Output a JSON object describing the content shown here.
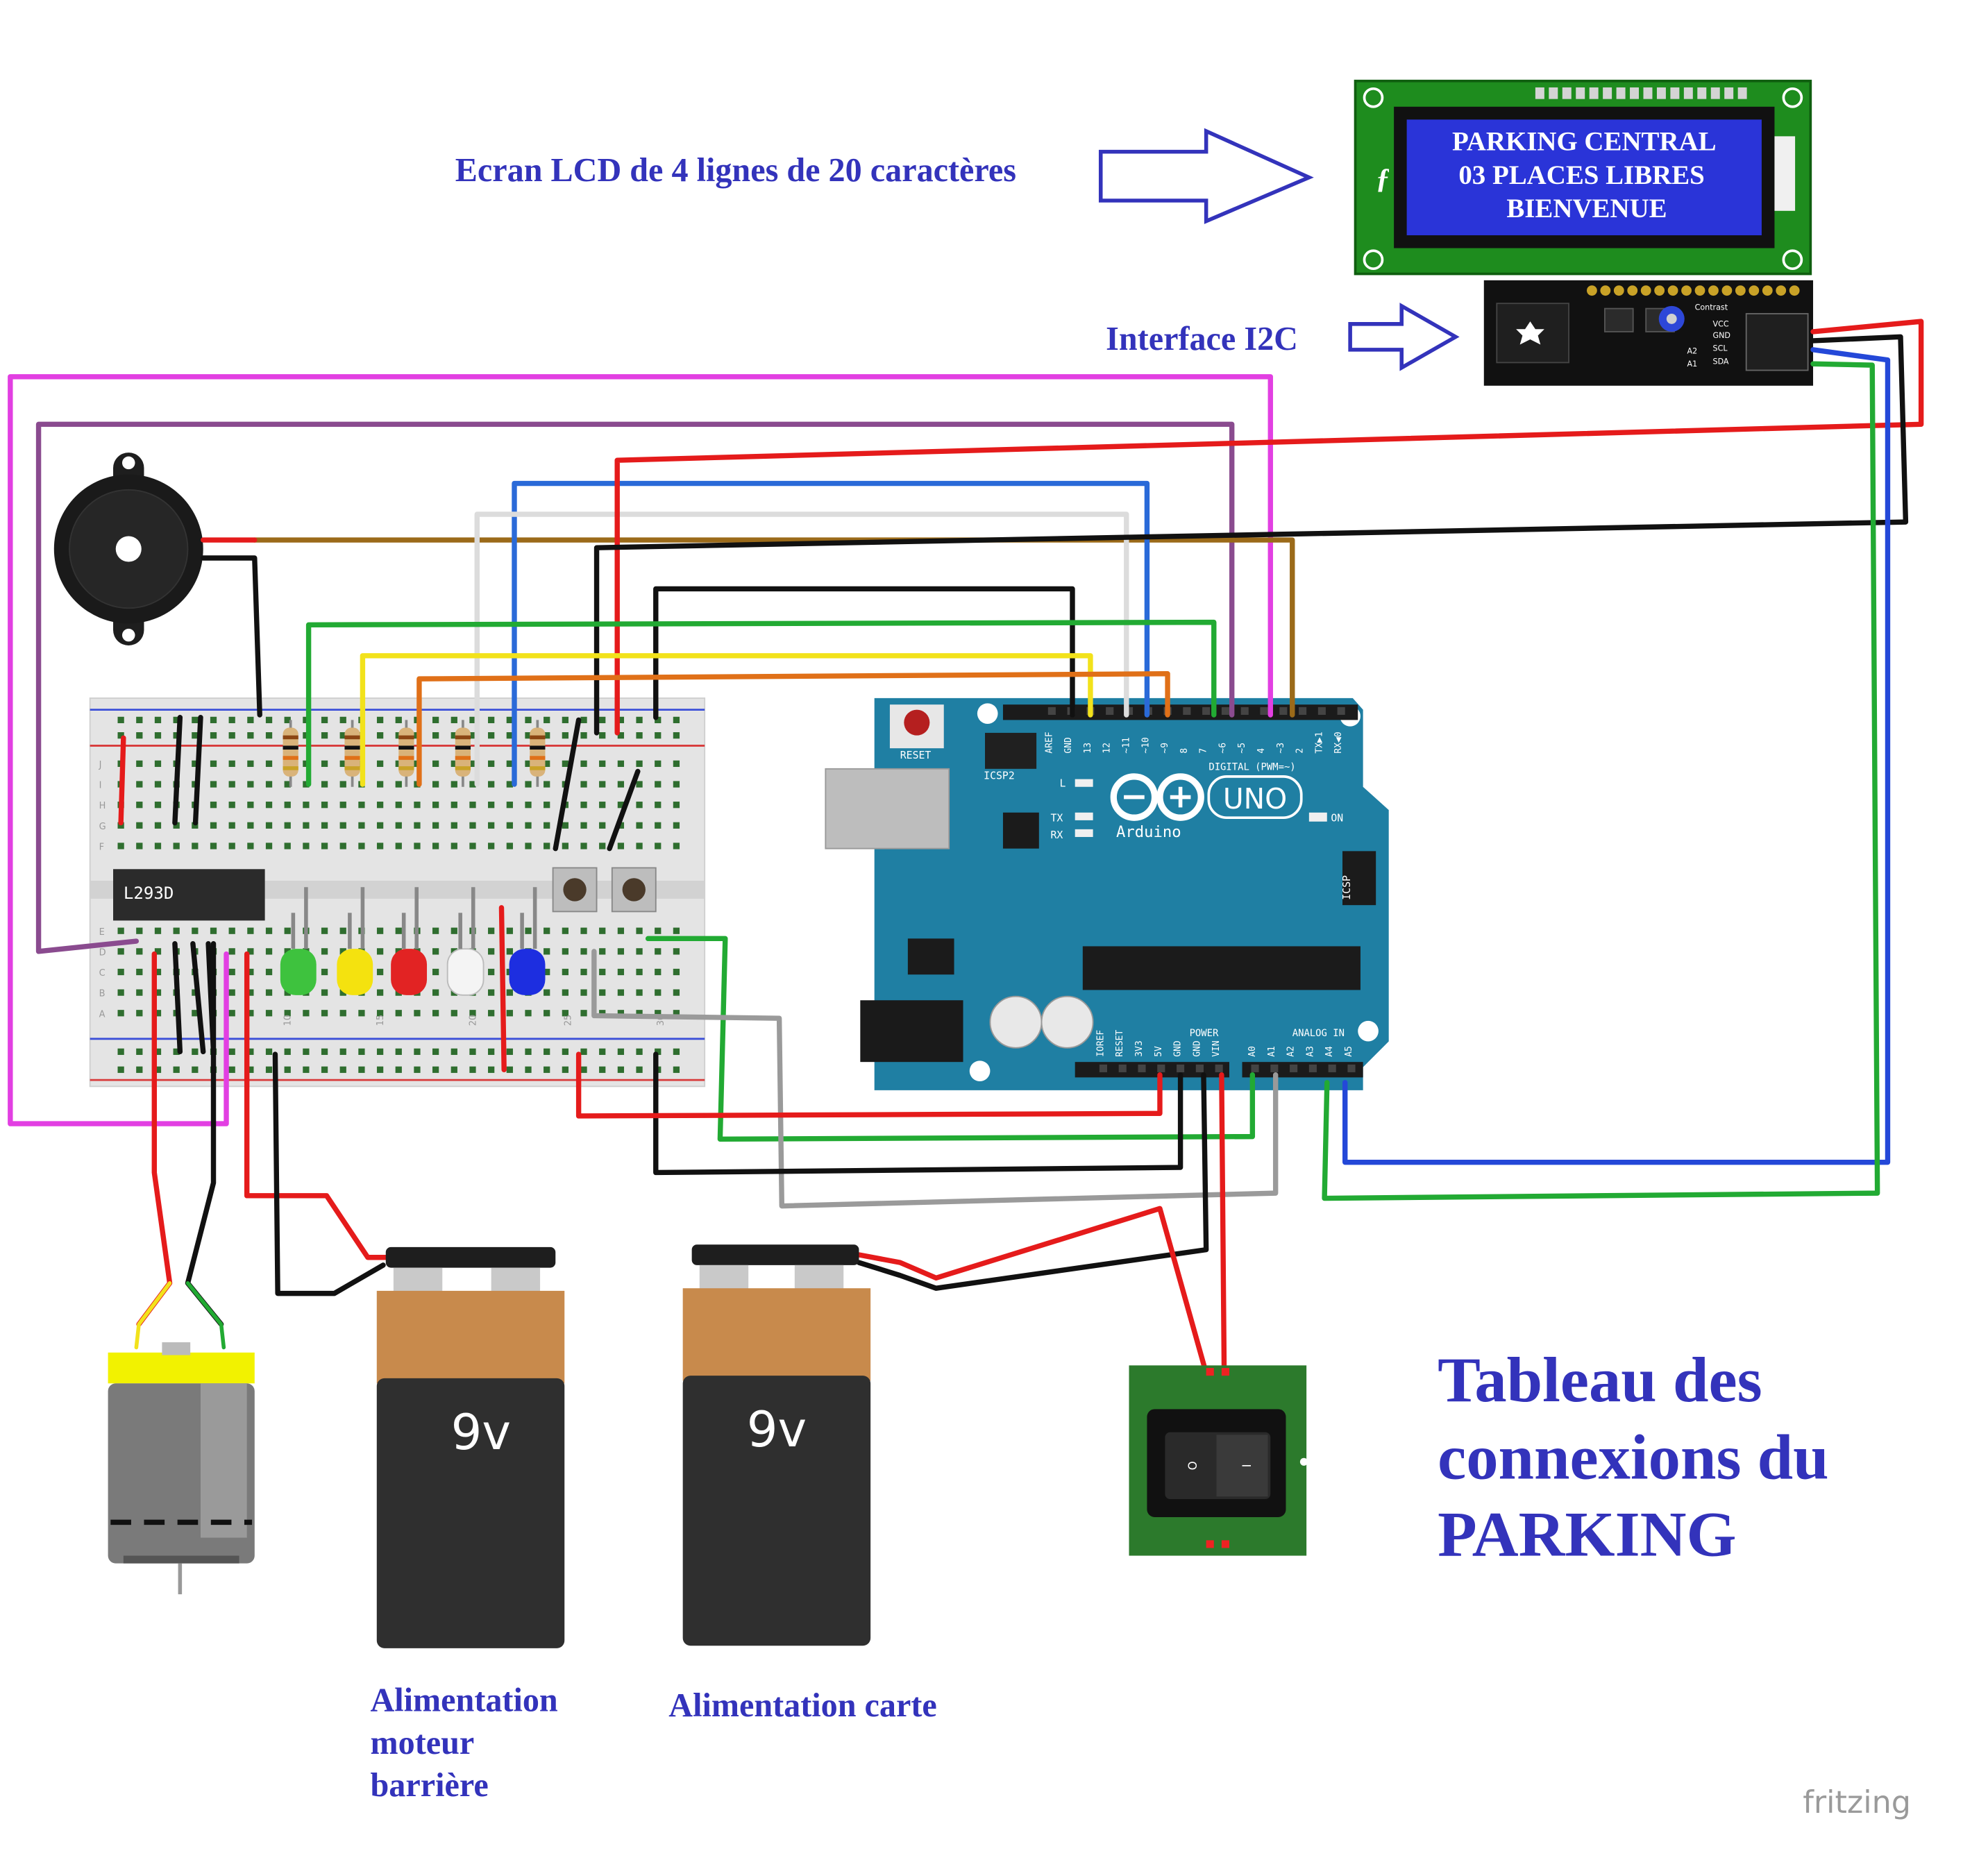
{
  "labels": {
    "lcd_caption": "Ecran LCD de 4 lignes de 20 caractères",
    "i2c_caption": "Interface I2C",
    "battery1_caption": [
      "Alimentation",
      "moteur",
      "barrière"
    ],
    "battery2_caption": "Alimentation carte",
    "title_lines": [
      "Tableau des",
      "connexions du",
      "PARKING"
    ],
    "watermark": "fritzing"
  },
  "lcd": {
    "lines": [
      "PARKING CENTRAL",
      "03 PLACES LIBRES",
      "BIENVENUE"
    ]
  },
  "i2c": {
    "pins": [
      "VCC",
      "GND",
      "SCL",
      "SDA"
    ],
    "contrast": "Contrast",
    "addr": [
      "A2",
      "A1"
    ]
  },
  "breadboard": {
    "chip": "L293D",
    "rows_top": [
      "J",
      "I",
      "H",
      "G",
      "F"
    ],
    "rows_bottom": [
      "E",
      "D",
      "C",
      "B",
      "A"
    ],
    "col_marks": [
      "10",
      "15",
      "20",
      "25",
      "30"
    ]
  },
  "arduino": {
    "brand": "Arduino",
    "model": "UNO",
    "reset": "RESET",
    "icsp2": "ICSP2",
    "icsp": "ICSP",
    "digital": "DIGITAL (PWM=~)",
    "power": "POWER",
    "analog": "ANALOG IN",
    "on": "ON",
    "tx": "TX",
    "rx": "RX",
    "l": "L",
    "digital_pins": [
      "AREF",
      "GND",
      "13",
      "12",
      "~11",
      "~10",
      "~9",
      "8",
      "7",
      "~6",
      "~5",
      "4",
      "~3",
      "2",
      "TX▶1",
      "RX◀0"
    ],
    "power_pins": [
      "IOREF",
      "RESET",
      "3V3",
      "5V",
      "GND",
      "GND",
      "VIN"
    ],
    "analog_pins": [
      "A0",
      "A1",
      "A2",
      "A3",
      "A4",
      "A5"
    ]
  },
  "batteries": [
    {
      "label": "9v"
    },
    {
      "label": "9v"
    }
  ],
  "switch": {
    "off": "O",
    "on": "I"
  },
  "colors": {
    "caption_blue": "#3333bb",
    "lcd_green": "#1e8c1e",
    "lcd_screen": "#2a34d8",
    "arduino_teal": "#1f7fa3",
    "wire_red": "#e51b1b",
    "wire_black": "#111111",
    "wire_green": "#22aa33",
    "wire_blue": "#2448d8",
    "wire_magenta": "#e23fe2",
    "wire_purple": "#8a4b8f",
    "wire_brown": "#9b6a19",
    "wire_yellow": "#f2e21b",
    "wire_orange": "#e07018",
    "wire_grey": "#9a9a9a",
    "wire_white": "#d8d8d8"
  }
}
